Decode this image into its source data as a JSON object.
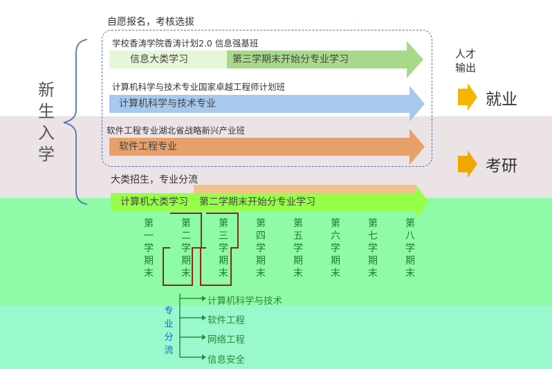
{
  "header": {
    "top_title": "自愿报名，考核选拔",
    "bottom_title": "大类招生，专业分流",
    "side_label": "新生入学",
    "side_chars": [
      "新",
      "生",
      "入",
      "学"
    ]
  },
  "tracks": [
    {
      "note": "学校香涛学院香涛计划2.0 信息强基班",
      "stage1": "信息大类学习",
      "stage2": "第三学期末开始分专业学习"
    },
    {
      "note": "计算机科学与技术专业国家卓越工程师计划班",
      "stage1": "计算机科学与技术专业"
    },
    {
      "note": "软件工程专业湖北省战略新兴产业班",
      "stage1": "软件工程专业"
    },
    {
      "stage1": "计算机大类学习",
      "stage2": "第二学期末开始分专业学习"
    }
  ],
  "outcomes": {
    "talent_label": "人才输出",
    "talent_lines": [
      "人才",
      "输出"
    ],
    "employment": "就业",
    "graduate_study": "考研"
  },
  "semesters": [
    {
      "label": "第一学期末",
      "chars": [
        "第",
        "一",
        "学",
        "期",
        "末"
      ],
      "highlighted": false
    },
    {
      "label": "第二学期末",
      "chars": [
        "第",
        "二",
        "学",
        "期",
        "末"
      ],
      "highlighted": true
    },
    {
      "label": "第三学期末",
      "chars": [
        "第",
        "三",
        "学",
        "期",
        "末"
      ],
      "highlighted": true
    },
    {
      "label": "第四学期末",
      "chars": [
        "第",
        "四",
        "学",
        "期",
        "末"
      ],
      "highlighted": false
    },
    {
      "label": "第五学期末",
      "chars": [
        "第",
        "五",
        "学",
        "期",
        "末"
      ],
      "highlighted": false
    },
    {
      "label": "第六学期末",
      "chars": [
        "第",
        "六",
        "学",
        "期",
        "末"
      ],
      "highlighted": false
    },
    {
      "label": "第七学期末",
      "chars": [
        "第",
        "七",
        "学",
        "期",
        "末"
      ],
      "highlighted": false
    },
    {
      "label": "第八学期末",
      "chars": [
        "第",
        "八",
        "学",
        "期",
        "末"
      ],
      "highlighted": false
    }
  ],
  "streaming": {
    "label": "专业分流",
    "chars": [
      "专",
      "业",
      "分",
      "流"
    ],
    "majors": [
      "计算机科学与技术",
      "软件工程",
      "网络工程",
      "信息安全"
    ]
  },
  "colors": {
    "light_green": "#e6f7d8",
    "green_arrow": "#a8d98b",
    "blue_arrow": "#a7c9ee",
    "orange_arrow": "#e8a06a",
    "peach_arrow": "#f2c28d",
    "lime_arrow": "#96ff4a",
    "chevron": "#f5b400",
    "highlight_box": "#8b2a12",
    "brace": "#4a74b8"
  }
}
